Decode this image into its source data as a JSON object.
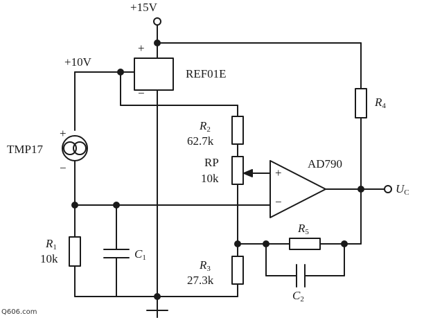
{
  "labels": {
    "v15": "+15V",
    "v10": "+10V",
    "ref01e": "REF01E",
    "ref_plus": "+",
    "ref_minus": "−",
    "tmp17": "TMP17",
    "tmp_plus": "+",
    "tmp_minus": "−",
    "r1": {
      "letter": "R",
      "sub": "1"
    },
    "r1_value": "10k",
    "c1": {
      "letter": "C",
      "sub": "1"
    },
    "r2": {
      "letter": "R",
      "sub": "2"
    },
    "r2_value": "62.7k",
    "rp": "RP",
    "rp_value": "10k",
    "r3": {
      "letter": "R",
      "sub": "3"
    },
    "r3_value": "27.3k",
    "ad790": "AD790",
    "op_plus": "+",
    "op_minus": "−",
    "r4": {
      "letter": "R",
      "sub": "4"
    },
    "uc": {
      "letter": "U",
      "sub": "C"
    },
    "r5": {
      "letter": "R",
      "sub": "5"
    },
    "c2": {
      "letter": "C",
      "sub": "2"
    }
  },
  "watermark": "Q606.com"
}
